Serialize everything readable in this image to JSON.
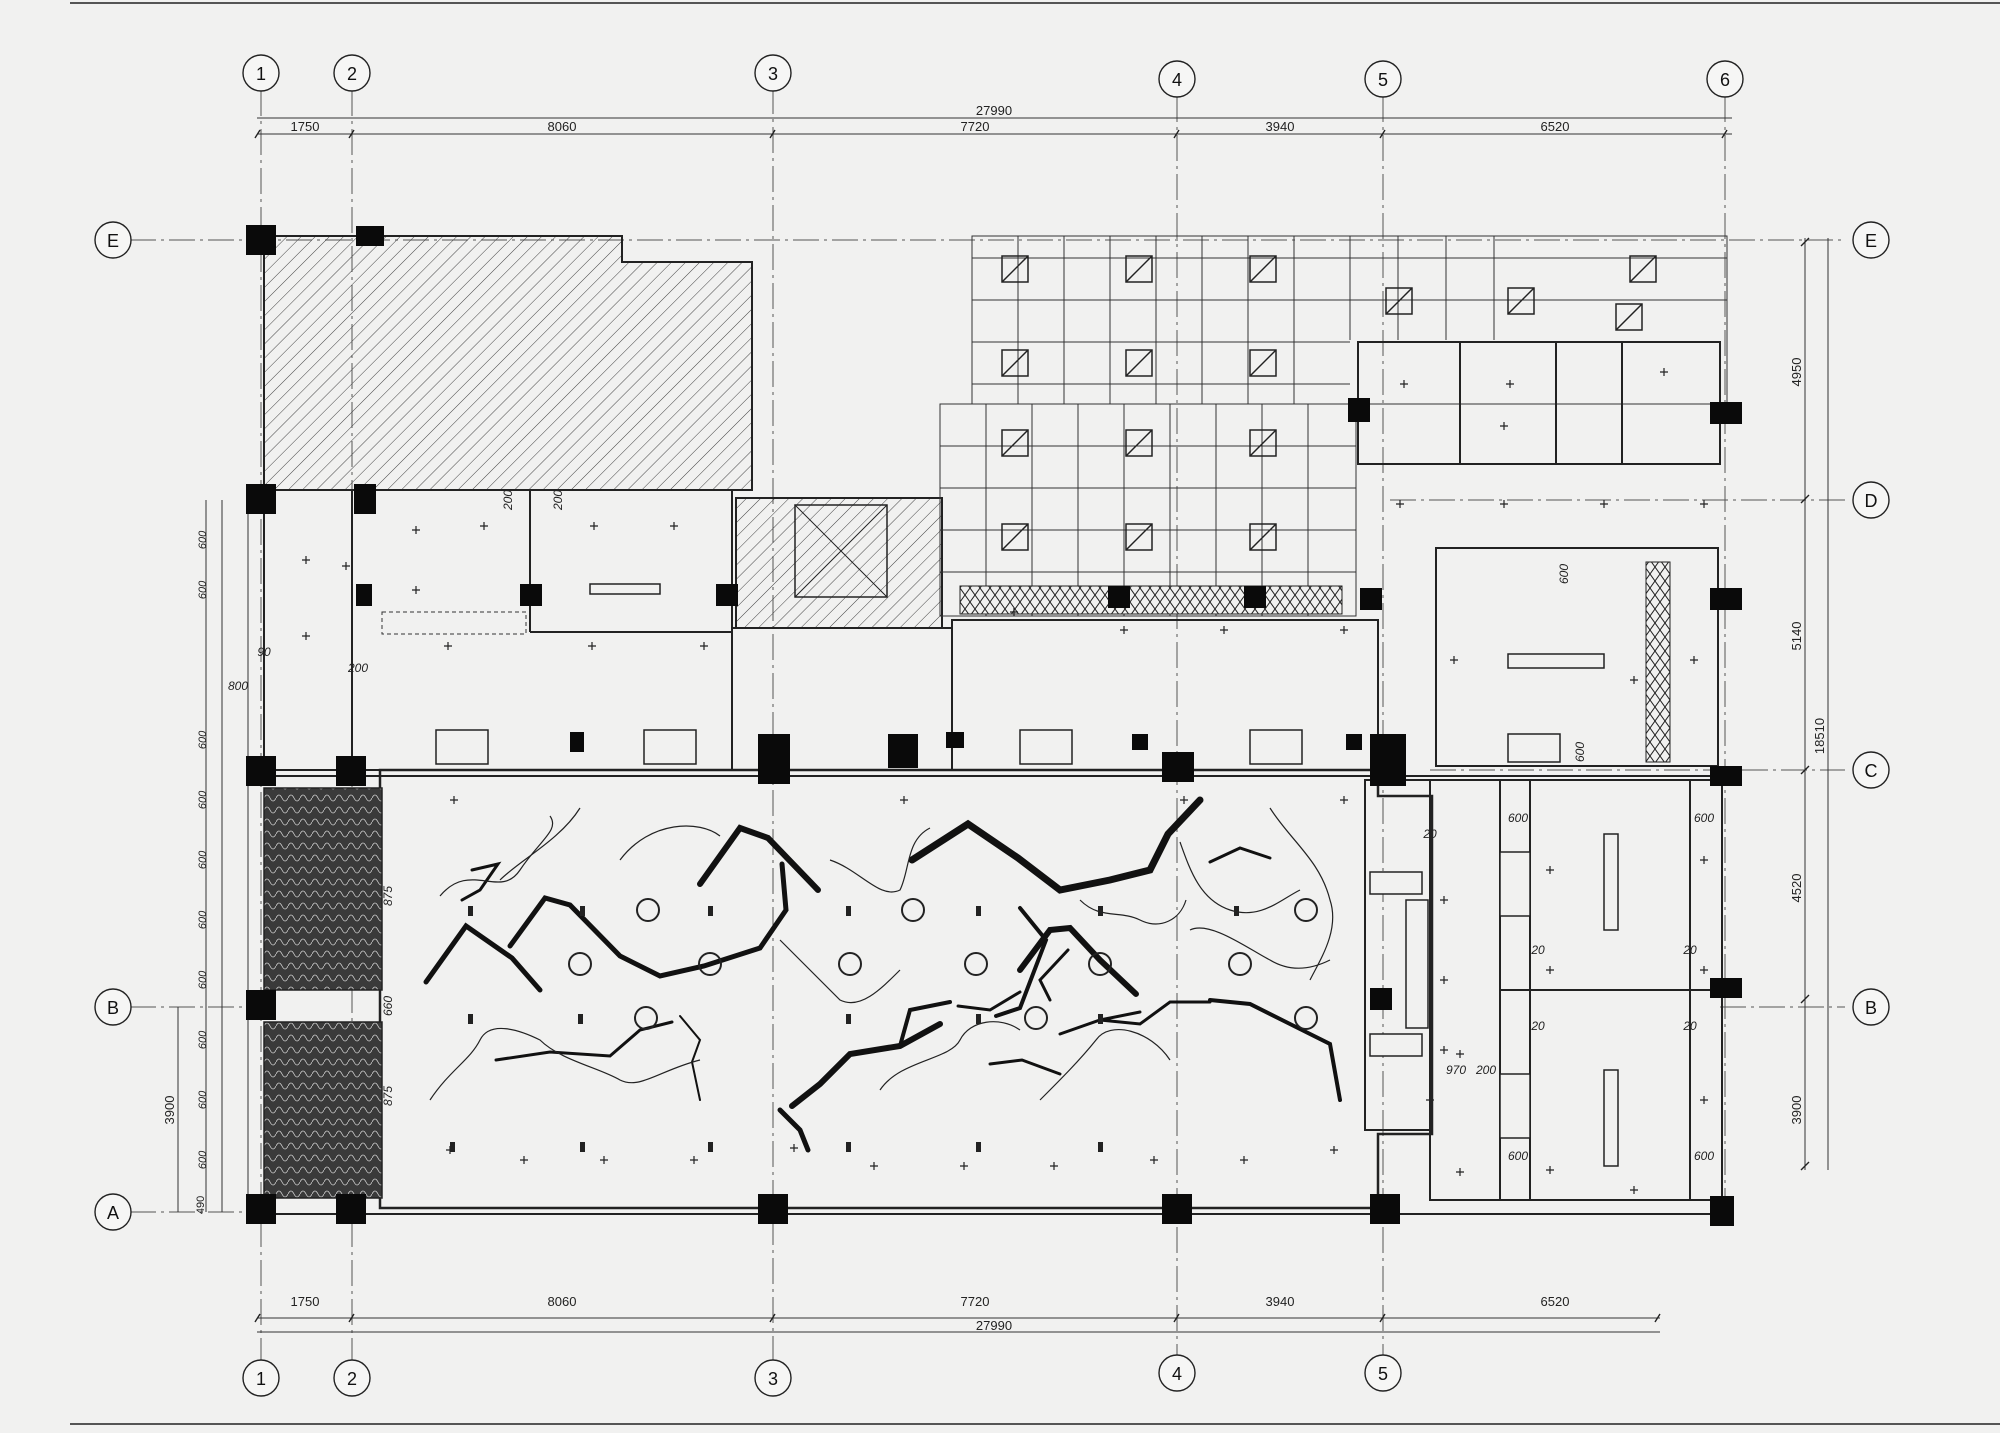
{
  "grid": {
    "columns": [
      "1",
      "2",
      "3",
      "4",
      "5",
      "6"
    ],
    "rows": [
      "E",
      "D",
      "C",
      "B",
      "A"
    ]
  },
  "dimensions": {
    "top_total": "27990",
    "top_segments": [
      "1750",
      "8060",
      "7720",
      "3940",
      "6520"
    ],
    "bottom_segments": [
      "1750",
      "8060",
      "7720",
      "3940",
      "6520"
    ],
    "bottom_total": "27990",
    "right_segments": [
      "4950",
      "5140",
      "4520",
      "3900"
    ],
    "right_total": "18510",
    "left_segment": "3900",
    "left_small": "490"
  },
  "annotations": {
    "label_20": "20",
    "label_200": "200",
    "label_600": "600",
    "label_800": "800",
    "label_970": "970",
    "label_90": "90",
    "label_660": "660",
    "label_875": "875"
  },
  "colors": {
    "paper": "#f1f1f0",
    "ink": "#1a1a1a",
    "line": "#333333"
  }
}
